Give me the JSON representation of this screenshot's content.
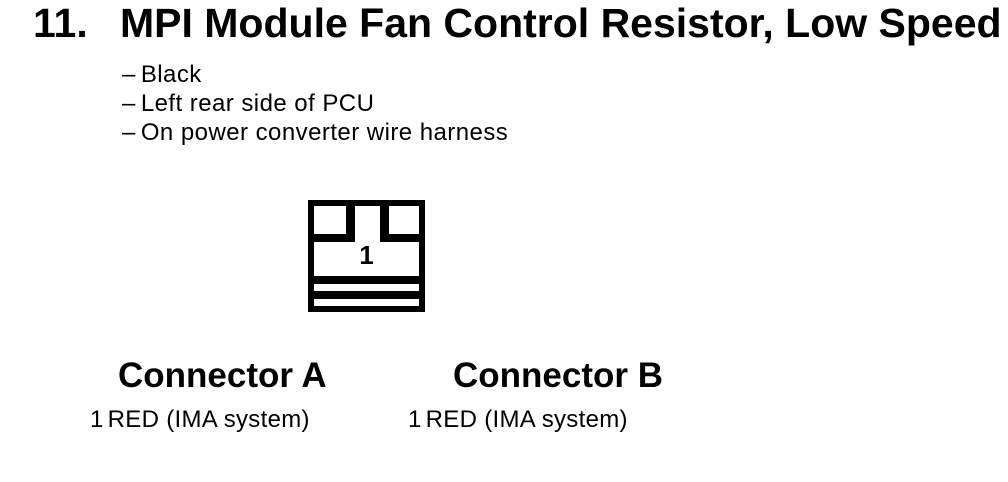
{
  "colors": {
    "ink": "#000000",
    "paper": "#ffffff"
  },
  "section": {
    "number": "11.",
    "title": "MPI Module Fan Control Resistor, Low Speed"
  },
  "location_notes": {
    "dash": "–",
    "items": [
      "Black",
      "Left rear side of PCU",
      "On power converter wire harness"
    ]
  },
  "diagram": {
    "cavity_label": "1"
  },
  "connectors": [
    {
      "heading": "Connector A",
      "pins": [
        {
          "number": "1",
          "label": "RED (IMA system)"
        }
      ]
    },
    {
      "heading": "Connector B",
      "pins": [
        {
          "number": "1",
          "label": "RED (IMA system)"
        }
      ]
    }
  ]
}
